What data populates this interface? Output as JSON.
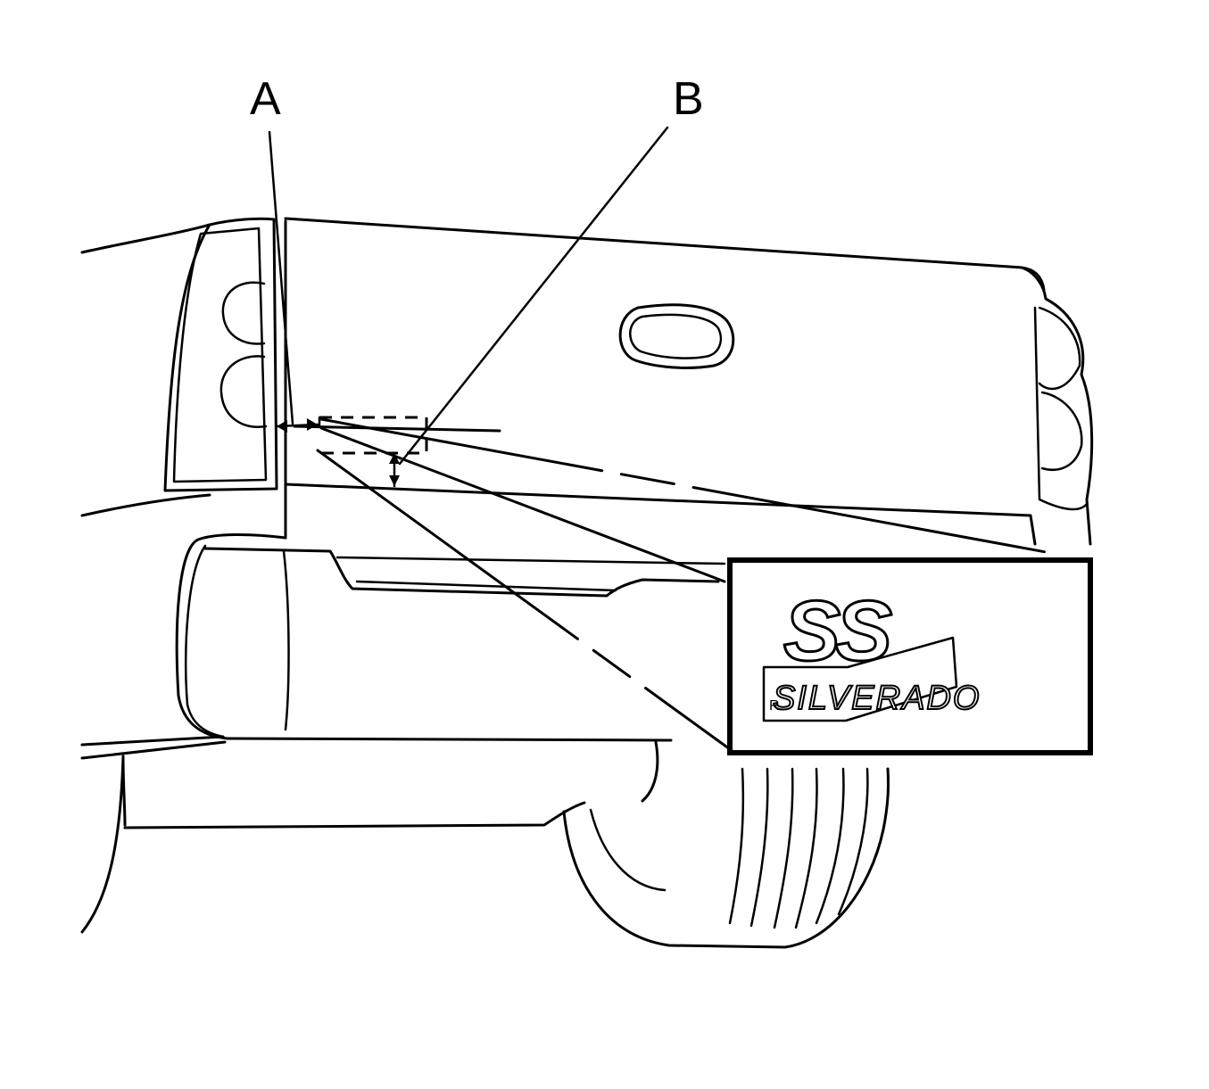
{
  "callouts": {
    "a": "A",
    "b": "B"
  },
  "badge": {
    "emblem": "SS",
    "model": "SILVERADO",
    "registered_mark": "R"
  }
}
